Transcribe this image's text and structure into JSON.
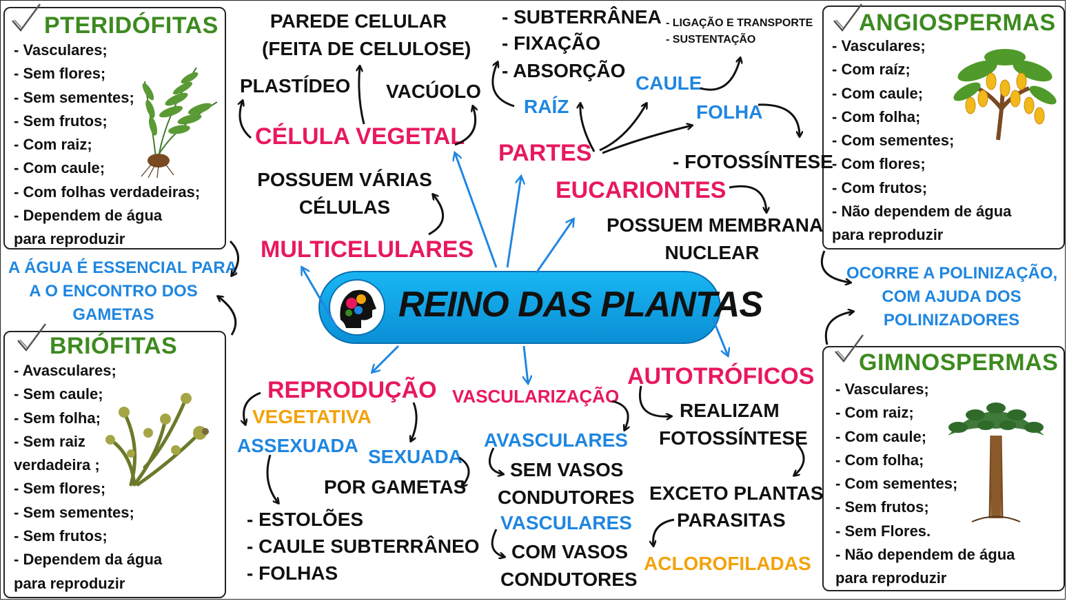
{
  "title": "REINO DAS PLANTAS",
  "groups": {
    "pteridofitas": {
      "title": "PTERIDÓFITAS",
      "items": [
        "- Vasculares;",
        "- Sem flores;",
        "- Sem sementes;",
        "- Sem frutos;",
        "- Com raiz;",
        "- Com caule;",
        "- Com folhas verdadeiras;",
        "- Dependem de água",
        "para reproduzir"
      ]
    },
    "briofitas": {
      "title": "BRIÓFITAS",
      "items": [
        "- Avasculares;",
        "- Sem caule;",
        "- Sem folha;",
        "- Sem raiz",
        "verdadeira ;",
        "- Sem flores;",
        "- Sem sementes;",
        "- Sem frutos;",
        "- Dependem da água",
        "para reproduzir"
      ]
    },
    "angiospermas": {
      "title": "ANGIOSPERMAS",
      "items": [
        "- Vasculares;",
        "- Com raíz;",
        "- Com caule;",
        "- Com folha;",
        "- Com sementes;",
        "- Com flores;",
        "- Com frutos;",
        "- Não dependem de água",
        "para reproduzir"
      ]
    },
    "gimnospermas": {
      "title": "GIMNOSPERMAS",
      "items": [
        "- Vasculares;",
        "- Com raiz;",
        "- Com caule;",
        "- Com folha;",
        "- Com sementes;",
        "- Sem frutos;",
        "- Sem Flores.",
        "- Não dependem de água",
        "para reproduzir"
      ]
    }
  },
  "notes": {
    "agua_line1": "A ÁGUA É ESSENCIAL PARA",
    "agua_line2": "A O ENCONTRO DOS",
    "agua_line3": "GAMETAS",
    "polinizacao_line1": "OCORRE A POLINIZAÇÃO,",
    "polinizacao_line2": "COM AJUDA DOS",
    "polinizacao_line3": "POLINIZADORES"
  },
  "celula": {
    "label": "CÉLULA VEGETAL",
    "parede_line1": "PAREDE CELULAR",
    "parede_line2": "(FEITA DE CELULOSE)",
    "plastideo": "PLASTÍDEO",
    "vacuolo": "VACÚOLO"
  },
  "partes": {
    "label": "PARTES",
    "raiz": "RAÍZ",
    "raiz_funcoes": [
      "- SUBTERRÂNEA",
      "- FIXAÇÃO",
      "- ABSORÇÃO"
    ],
    "caule": "CAULE",
    "caule_funcoes": [
      "- LIGAÇÃO E TRANSPORTE",
      "- SUSTENTAÇÃO"
    ],
    "folha": "FOLHA",
    "folha_funcao": "- FOTOSSÍNTESE"
  },
  "eucariontes": {
    "label": "EUCARIONTES",
    "desc_line1": "POSSUEM MEMBRANA",
    "desc_line2": "NUCLEAR"
  },
  "multicelulares": {
    "label": "MULTICELULARES",
    "desc_line1": "POSSUEM VÁRIAS",
    "desc_line2": "CÉLULAS"
  },
  "reproducao": {
    "label": "REPRODUÇÃO",
    "vegetativa": "VEGETATIVA",
    "assexuada": "ASSEXUADA",
    "assexuada_exemplos": [
      "- ESTOLÕES",
      "- CAULE SUBTERRÂNEO",
      "- FOLHAS"
    ],
    "sexuada": "SEXUADA",
    "sexuada_desc": "POR GAMETAS"
  },
  "vascularizacao": {
    "label": "VASCULARIZAÇÃO",
    "avasculares": "AVASCULARES",
    "avasculares_desc_line1": "SEM VASOS",
    "avasculares_desc_line2": "CONDUTORES",
    "vasculares": "VASCULARES",
    "vasculares_desc_line1": "COM VASOS",
    "vasculares_desc_line2": "CONDUTORES"
  },
  "autotroficos": {
    "label": "AUTOTRÓFICOS",
    "desc_line1": "REALIZAM",
    "desc_line2": "FOTOSSÍNTESE",
    "excecao_line1": "EXCETO PLANTAS",
    "excecao_line2": "PARASITAS",
    "aclorofiladas": "ACLOROFILADAS"
  },
  "colors": {
    "pink": "#e8185f",
    "blue": "#1f86e0",
    "orange": "#f2a20a",
    "green_title": "#3d8a1f",
    "pill": "#12a6ea"
  },
  "icons": [
    "brain-gears-icon",
    "checkmark-icon",
    "fern-image",
    "moss-image",
    "mango-tree-image",
    "araucaria-tree-image"
  ]
}
